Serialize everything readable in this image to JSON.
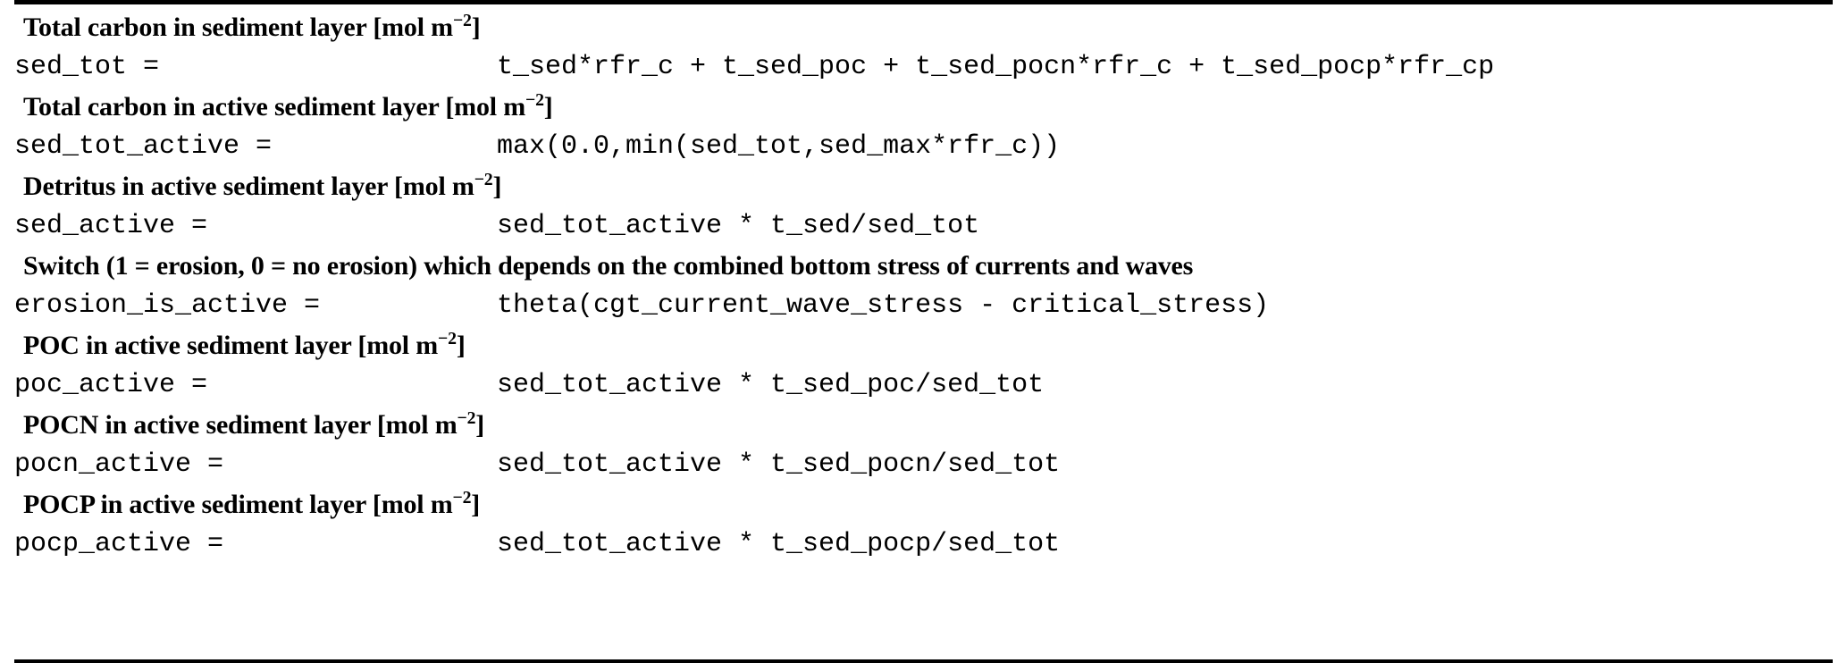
{
  "table": {
    "unit_label": "mol m",
    "unit_exponent": "−2",
    "rows": [
      {
        "kind": "description",
        "text_before_unit": "Total carbon in sediment layer [",
        "has_unit": true,
        "text_after_unit": "]"
      },
      {
        "kind": "equation",
        "lhs": "sed_tot =",
        "rhs": "t_sed*rfr_c + t_sed_poc + t_sed_pocn*rfr_c + t_sed_pocp*rfr_cp"
      },
      {
        "kind": "description",
        "text_before_unit": "Total carbon in active sediment layer [",
        "has_unit": true,
        "text_after_unit": "]"
      },
      {
        "kind": "equation",
        "lhs": "sed_tot_active =",
        "rhs": "max(0.0,min(sed_tot,sed_max*rfr_c))"
      },
      {
        "kind": "description",
        "text_before_unit": "Detritus in active sediment layer [",
        "has_unit": true,
        "text_after_unit": "]"
      },
      {
        "kind": "equation",
        "lhs": "sed_active =",
        "rhs": "sed_tot_active * t_sed/sed_tot"
      },
      {
        "kind": "description",
        "text_before_unit": "Switch (1 = erosion, 0 = no erosion) which depends on the combined bottom stress of currents and waves",
        "has_unit": false,
        "text_after_unit": ""
      },
      {
        "kind": "equation",
        "lhs": "erosion_is_active =",
        "rhs": "theta(cgt_current_wave_stress - critical_stress)"
      },
      {
        "kind": "description",
        "text_before_unit": "POC in active sediment layer [",
        "has_unit": true,
        "text_after_unit": "]"
      },
      {
        "kind": "equation",
        "lhs": "poc_active =",
        "rhs": "sed_tot_active * t_sed_poc/sed_tot"
      },
      {
        "kind": "description",
        "text_before_unit": "POCN in active sediment layer [",
        "has_unit": true,
        "text_after_unit": "]"
      },
      {
        "kind": "equation",
        "lhs": "pocn_active =",
        "rhs": "sed_tot_active * t_sed_pocn/sed_tot"
      },
      {
        "kind": "description",
        "text_before_unit": "POCP in active sediment layer [",
        "has_unit": true,
        "text_after_unit": "]"
      },
      {
        "kind": "equation",
        "lhs": "pocp_active =",
        "rhs": "sed_tot_active * t_sed_pocp/sed_tot"
      }
    ]
  },
  "colors": {
    "text": "#000000",
    "background": "#ffffff",
    "rule": "#000000"
  }
}
